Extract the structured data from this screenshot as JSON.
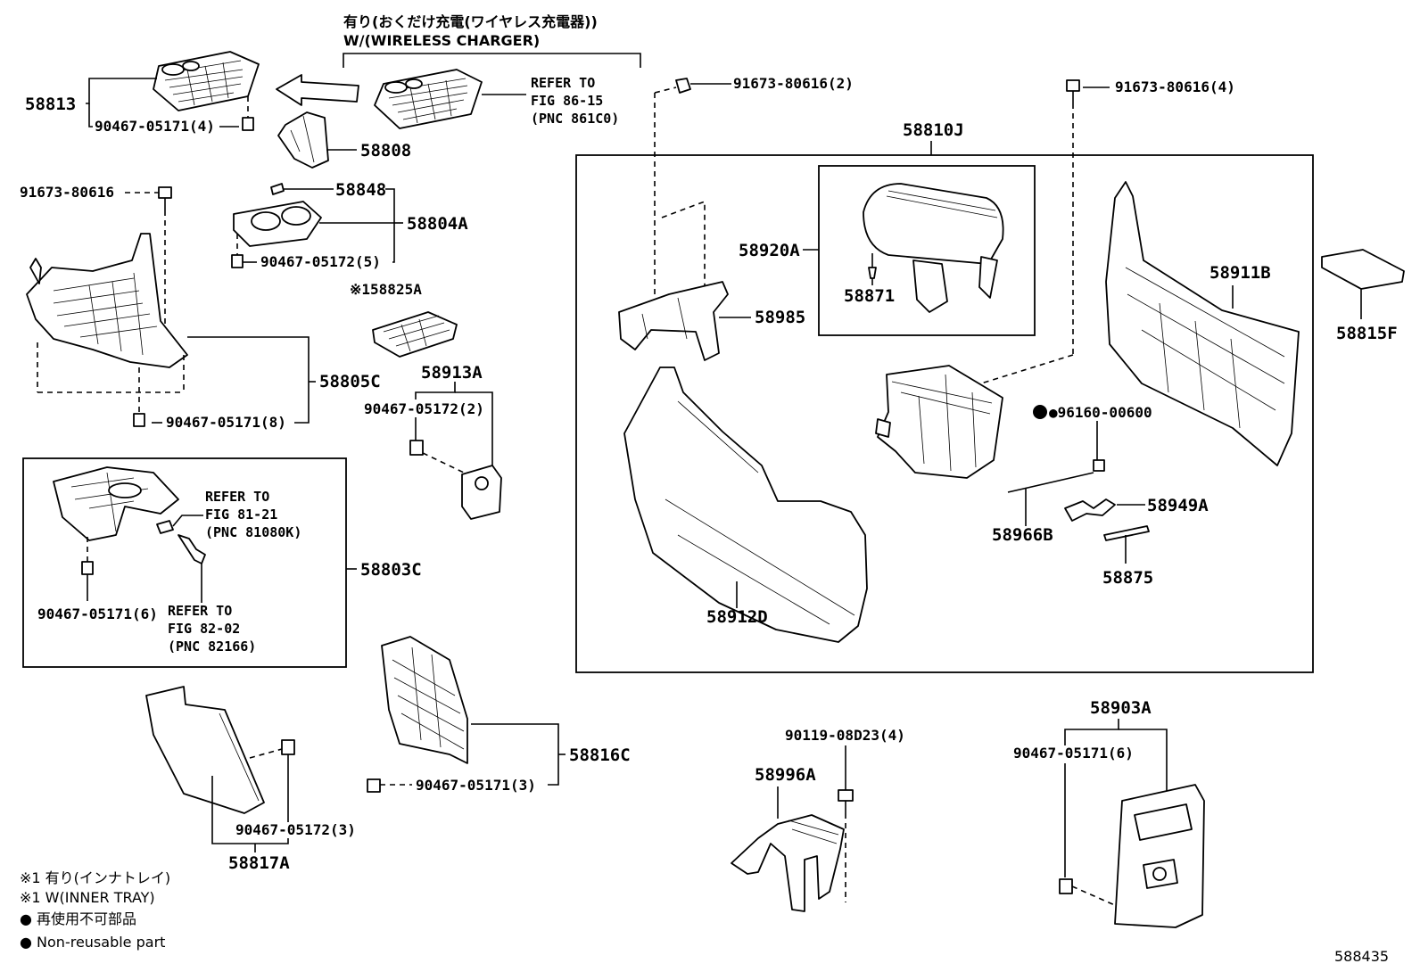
{
  "labels": {
    "wireless_jp": "有り(おくだけ充電(ワイヤレス充電器))",
    "wireless_en": "W/(WIRELESS CHARGER)",
    "p58813": "58813",
    "b90467_05171_4": "90467-05171(4)",
    "p58808": "58808",
    "ref1_a": "REFER TO",
    "ref1_b": "FIG 86-15",
    "ref1_c": "(PNC 861C0)",
    "b91673_80616_2": "91673-80616(2)",
    "b91673_80616_4": "91673-80616(4)",
    "p58810J": "58810J",
    "b91673_80616": "91673-80616",
    "p58848": "58848",
    "p58804A": "58804A",
    "b90467_05172_5": "90467-05172(5)",
    "p58825A": "※158825A",
    "p58920A": "58920A",
    "p58871": "58871",
    "p58985": "58985",
    "p58911B": "58911B",
    "p58815F": "58815F",
    "p58805C": "58805C",
    "p58913A": "58913A",
    "b90467_05172_2": "90467-05172(2)",
    "b90467_05171_8": "90467-05171(8)",
    "b96160_00600": "●96160-00600",
    "p58949A": "58949A",
    "p58966B": "58966B",
    "p58875": "58875",
    "ref2_a": "REFER TO",
    "ref2_b": "FIG 81-21",
    "ref2_c": "(PNC 81080K)",
    "p58803C": "58803C",
    "b90467_05171_6a": "90467-05171(6)",
    "ref3_a": "REFER TO",
    "ref3_b": "FIG 82-02",
    "ref3_c": "(PNC 82166)",
    "p58912D": "58912D",
    "p58903A": "58903A",
    "b90119_08D23_4": "90119-08D23(4)",
    "b90467_05171_6b": "90467-05171(6)",
    "p58996A": "58996A",
    "p58816C": "58816C",
    "b90467_05171_3": "90467-05171(3)",
    "b90467_05172_3": "90467-05172(3)",
    "p58817A": "58817A",
    "diagram_id": "588435"
  },
  "notes": {
    "n1": "※1 有り(インナトレイ)",
    "n2": "※1 W(INNER TRAY)",
    "n3": "● 再使用不可部品",
    "n4": "● Non-reusable part"
  },
  "icons": {
    "arrow": "left-arrow-icon",
    "clip": "clip-icon",
    "bolt": "bolt-icon"
  }
}
